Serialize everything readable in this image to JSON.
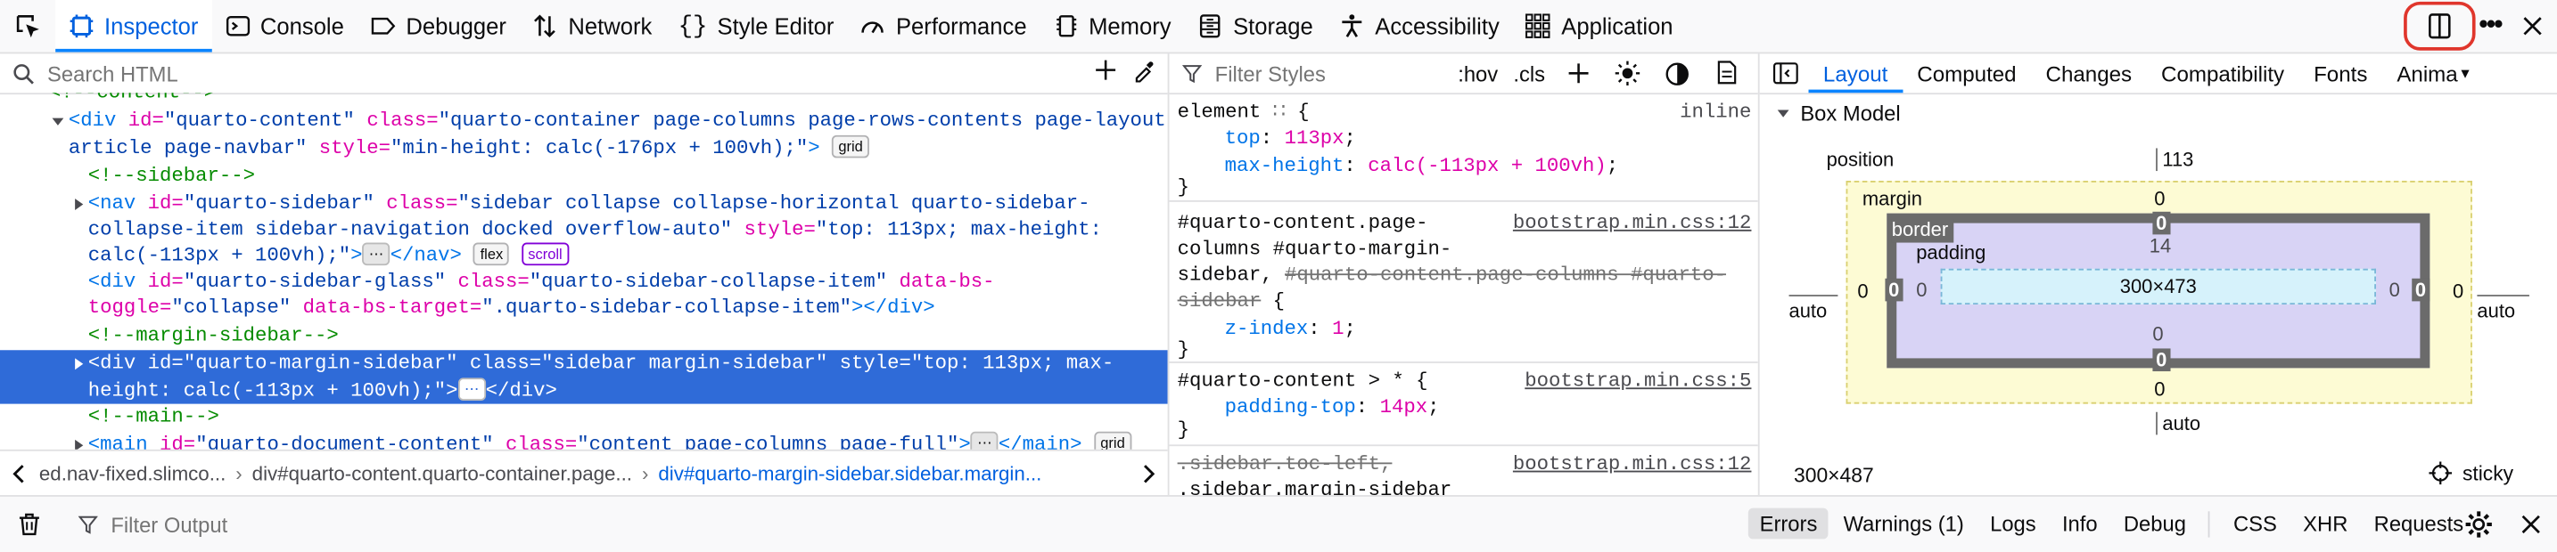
{
  "toolbar": {
    "tabs": [
      "Inspector",
      "Console",
      "Debugger",
      "Network",
      "Style Editor",
      "Performance",
      "Memory",
      "Storage",
      "Accessibility",
      "Application"
    ]
  },
  "markup": {
    "search_placeholder": "Search HTML",
    "lines": {
      "top_cut": "<!--content-->",
      "l1a_open": "<div ",
      "l1_id_attr": "id=",
      "l1_id_val": "\"quarto-content\"",
      "l1_class_attr": " class=",
      "l1_class_val": "\"quarto-container page-columns page-rows-contents page-layout-",
      "l1b_class_val": "article page-navbar\"",
      "l1b_style_attr": " style=",
      "l1b_style_val": "\"min-height: calc(-176px + 100vh);\"",
      "l1b_close": ">",
      "l1b_badge": "grid",
      "c_sidebar": "<!--sidebar-->",
      "nav_open": "<nav ",
      "nav_id": "id=",
      "nav_id_val": "\"quarto-sidebar\"",
      "nav_class": " class=",
      "nav_class_val1": "\"sidebar collapse collapse-horizontal quarto-sidebar-",
      "nav_class_val2": "collapse-item sidebar-navigation docked overflow-auto\"",
      "nav_style": " style=",
      "nav_style_val1": "\"top: 113px; max-height:",
      "nav_style_val2": "calc(-113px + 100vh);\"",
      "nav_mid": ">",
      "nav_ell": "⋯",
      "nav_close": "</nav>",
      "nav_badge1": "flex",
      "nav_badge2": "scroll",
      "glass_open": "<div ",
      "glass_id": "id=",
      "glass_id_val": "\"quarto-sidebar-glass\"",
      "glass_class": " class=",
      "glass_class_val": "\"quarto-sidebar-collapse-item\"",
      "glass_bs": " data-bs-",
      "glass_toggle": "toggle=",
      "glass_toggle_val": "\"collapse\"",
      "glass_target": " data-bs-target=",
      "glass_target_val": "\".quarto-sidebar-collapse-item\"",
      "glass_close": "></div>",
      "c_margin": "<!--margin-sidebar-->",
      "sel_open": "<div ",
      "sel_id": "id=",
      "sel_id_val": "\"quarto-margin-sidebar\"",
      "sel_class": " class=",
      "sel_class_val": "\"sidebar margin-sidebar\"",
      "sel_style": " style=",
      "sel_style_val1": "\"top: 113px; max-",
      "sel_style_val2": "height: calc(-113px + 100vh);\"",
      "sel_mid": ">",
      "sel_ell": "⋯",
      "sel_close": "</div>",
      "c_main": "<!--main-->",
      "main_open": "<main ",
      "main_id": "id=",
      "main_id_val": "\"quarto-document-content\"",
      "main_class": " class=",
      "main_class_val": "\"content page-columns page-full\"",
      "main_mid": ">",
      "main_ell": "⋯",
      "main_close": "</main>",
      "main_badge": "grid"
    },
    "breadcrumbs": [
      "ed.nav-fixed.slimco...",
      "div#quarto-content.quarto-container.page...",
      "div#quarto-margin-sidebar.sidebar.margin..."
    ]
  },
  "rules": {
    "filter_placeholder": "Filter Styles",
    "hov": ":hov",
    "cls": ".cls",
    "r1": {
      "sel": "element",
      "grid": "∷",
      "brace": " {",
      "src": "inline",
      "p1": "top",
      "v1": "113px",
      "p2": "max-height",
      "v2": "calc(-113px + 100vh)",
      "end": "}"
    },
    "r2": {
      "sel1": "#quarto-content.page-",
      "sel2": "columns #quarto-margin-",
      "sel3a": "sidebar, ",
      "sel3b": "#quarto-content.page-columns #quarto-",
      "sel4a": "sidebar",
      "sel4b": " {",
      "src": "bootstrap.min.css:12",
      "p1": "z-index",
      "v1": "1",
      "end": "}"
    },
    "r3": {
      "sel": "#quarto-content > *",
      "brace": " {",
      "src": "bootstrap.min.css:5",
      "p1": "padding-top",
      "v1": "14px",
      "end": "}"
    },
    "r4": {
      "sel1": ".sidebar.toc-left,",
      "sel2": ".sidebar.margin-sidebar",
      "src": "bootstrap.min.css:12"
    }
  },
  "layout": {
    "tabs": [
      "Layout",
      "Computed",
      "Changes",
      "Compatibility",
      "Fonts",
      "Anima"
    ],
    "box_model_title": "Box Model",
    "position_label": "position",
    "position_top": "113",
    "position_bottom": "auto",
    "position_left": "auto",
    "position_right": "auto",
    "margin_label": "margin",
    "margin_top": "0",
    "margin_bottom": "0",
    "margin_left": "0",
    "margin_right": "0",
    "border_label": "border",
    "border_top": "0",
    "border_bottom": "0",
    "border_left": "0",
    "border_right": "0",
    "padding_label": "padding",
    "padding_top": "14",
    "padding_bottom": "0",
    "padding_left": "0",
    "padding_right": "0",
    "content_size": "300×473",
    "element_size": "300×487",
    "position_type": "sticky"
  },
  "console": {
    "filter_placeholder": "Filter Output",
    "levels": [
      "Errors",
      "Warnings (1)",
      "Logs",
      "Info",
      "Debug"
    ],
    "types": [
      "CSS",
      "XHR",
      "Requests"
    ]
  },
  "colors": {
    "accent": "#0060df",
    "selection": "#2f6bd8",
    "highlight_ring": "#e0362c",
    "margin_fill": "#fdfbd4",
    "border_fill": "#6b6b6b",
    "padding_fill": "#d8d3f5",
    "content_fill": "#d6f2fb"
  }
}
